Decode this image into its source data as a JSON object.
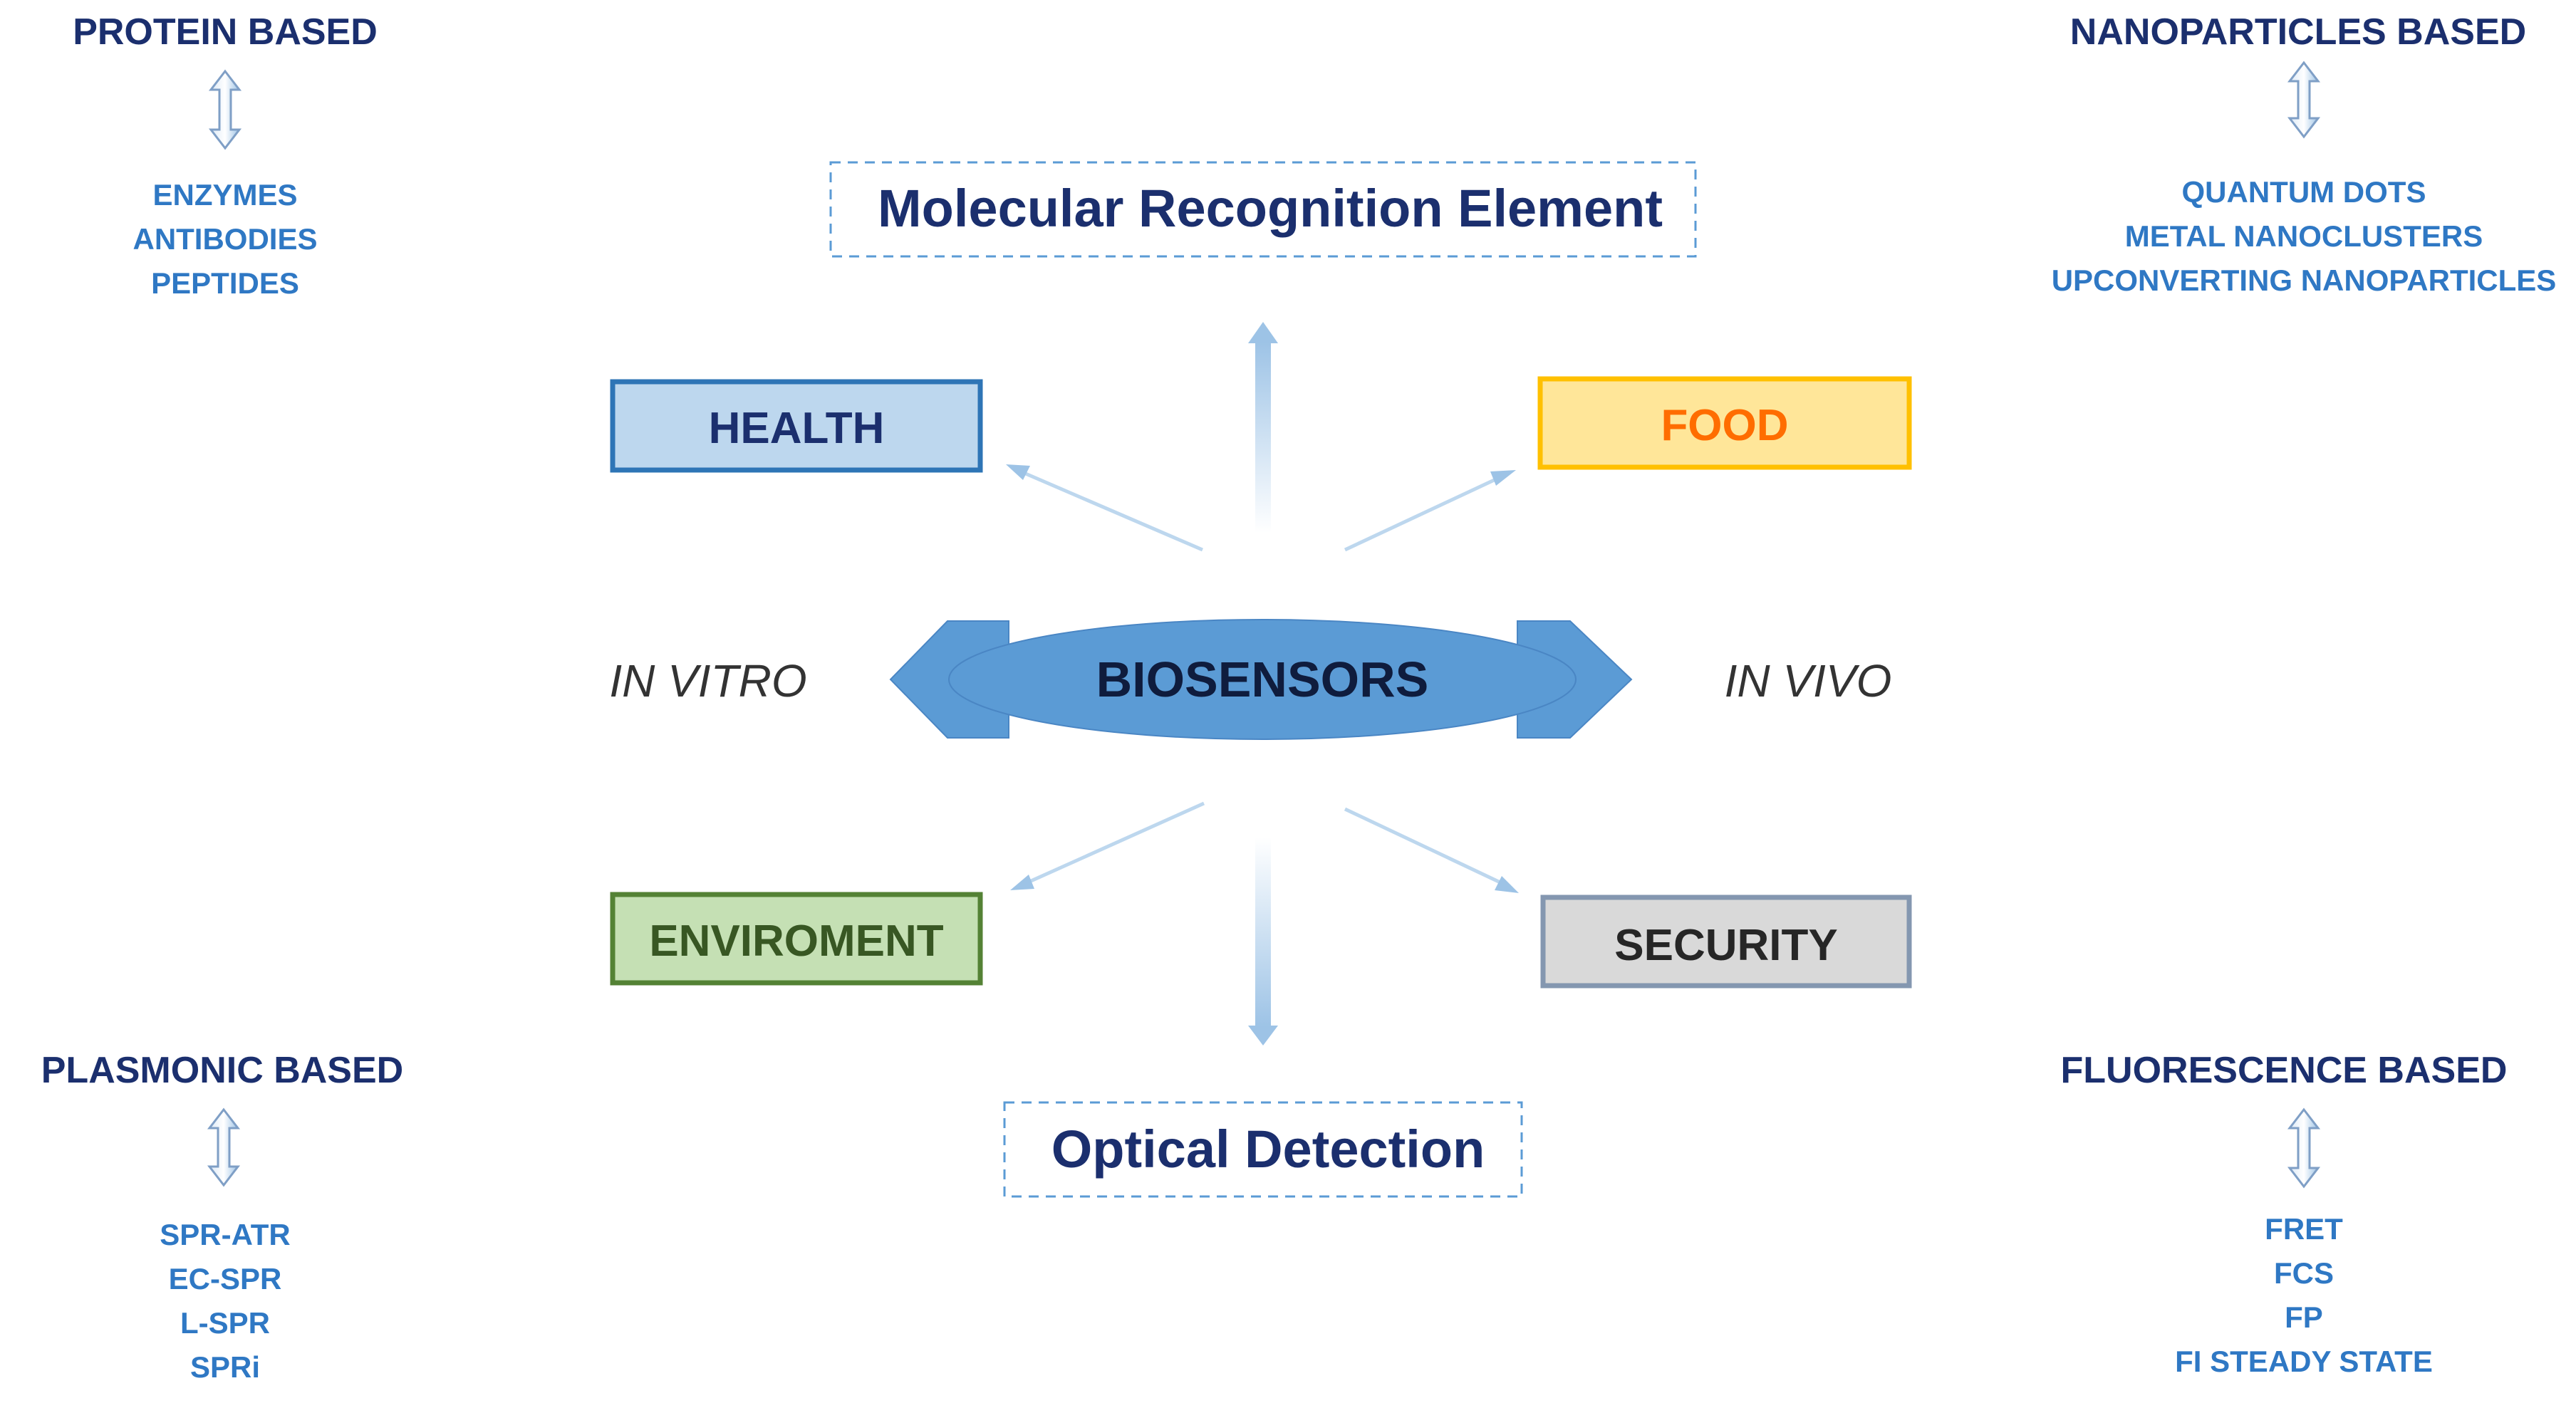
{
  "corners": {
    "protein": {
      "title": "PROTEIN BASED",
      "items": [
        "ENZYMES",
        "ANTIBODIES",
        "PEPTIDES"
      ]
    },
    "nanoparticles": {
      "title": "NANOPARTICLES BASED",
      "items": [
        "QUANTUM DOTS",
        "METAL NANOCLUSTERS",
        "UPCONVERTING NANOPARTICLES"
      ]
    },
    "plasmonic": {
      "title": "PLASMONIC BASED",
      "items": [
        "SPR-ATR",
        "EC-SPR",
        "L-SPR",
        "SPRi"
      ]
    },
    "fluorescence": {
      "title": "FLUORESCENCE BASED",
      "items": [
        "FRET",
        "FCS",
        "FP",
        "FI STEADY STATE"
      ]
    }
  },
  "top_box": "Molecular Recognition Element",
  "bottom_box": "Optical Detection",
  "applications": {
    "health": {
      "label": "HEALTH",
      "fill": "#bdd7ee",
      "stroke": "#2e75b6",
      "text_color": "#1b2f6e"
    },
    "food": {
      "label": "FOOD",
      "fill": "#ffe699",
      "stroke": "#ffc000",
      "text_color": "#ff6d00"
    },
    "environment": {
      "label": "ENVIROMENT",
      "fill": "#c5e0b4",
      "stroke": "#548235",
      "text_color": "#385723"
    },
    "security": {
      "label": "SECURITY",
      "fill": "#d9d9d9",
      "stroke": "#8497b0",
      "text_color": "#262626"
    }
  },
  "center": {
    "label": "BIOSENSORS",
    "fill": "#5b9bd5"
  },
  "in_vitro": "IN VITRO",
  "in_vivo": "IN VIVO",
  "colors": {
    "title": "#1b2f6e",
    "item": "#2f78c4",
    "dashed_border": "#5b9bd5",
    "connector": "#9dc3e6"
  }
}
